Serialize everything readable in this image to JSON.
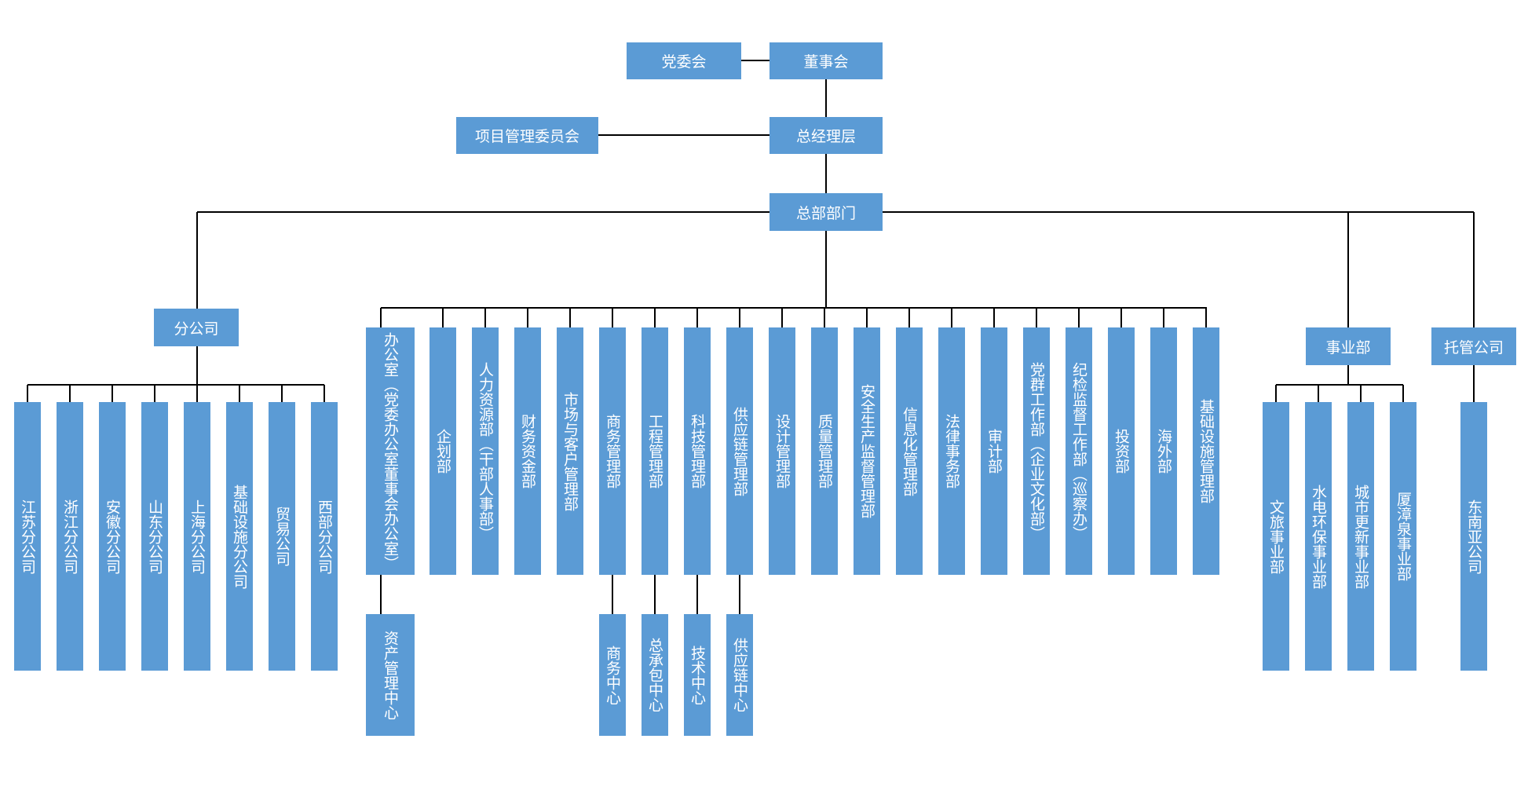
{
  "colors": {
    "box": "#5b9bd5",
    "text": "#ffffff",
    "line": "#000000",
    "background": "#ffffff"
  },
  "nodes": {
    "party": "党委会",
    "board": "董事会",
    "pmc": "项目管理委员会",
    "gm": "总经理层",
    "hq": "总部部门",
    "branch": "分公司",
    "bu": "事业部",
    "trust": "托管公司",
    "branches": [
      "江苏分公司",
      "浙江分公司",
      "安徽分公司",
      "山东分公司",
      "上海分公司",
      "基础设施分公司",
      "贸易公司",
      "西部分公司"
    ],
    "depts": [
      "办公室（党委办公室董事会办公室）",
      "企划部",
      "人力资源部（干部人事部）",
      "财务资金部",
      "市场与客户管理部",
      "商务管理部",
      "工程管理部",
      "科技管理部",
      "供应链管理部",
      "设计管理部",
      "质量管理部",
      "安全生产监督管理部",
      "信息化管理部",
      "法律事务部",
      "审计部",
      "党群工作部（企业文化部）",
      "纪检监督工作部（巡察办）",
      "投资部",
      "海外部",
      "基础设施管理部"
    ],
    "centers": [
      "资产管理中心",
      "商务中心",
      "总承包中心",
      "技术中心",
      "供应链中心"
    ],
    "bus": [
      "文旅事业部",
      "水电环保事业部",
      "城市更新事业部",
      "厦漳泉事业部"
    ],
    "trust_items": [
      "东南亚公司"
    ]
  }
}
